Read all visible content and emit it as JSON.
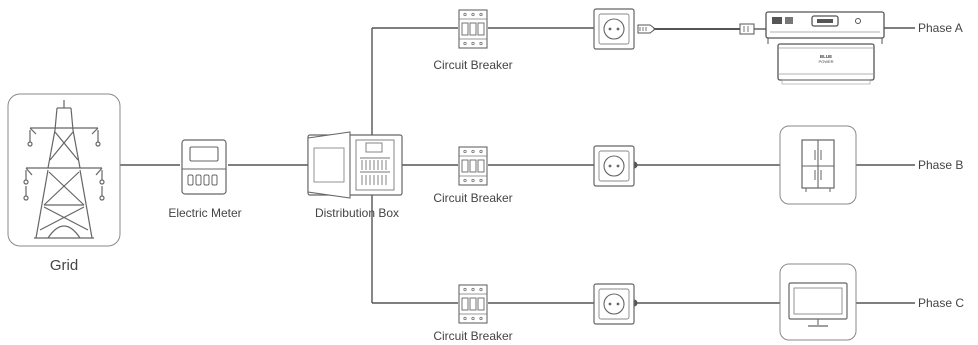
{
  "grid": {
    "label": "Grid",
    "icon": "power-tower-icon"
  },
  "meter": {
    "label": "Electric Meter",
    "icon": "electric-meter-icon"
  },
  "distribution_box": {
    "label": "Distribution Box",
    "icon": "distribution-box-icon"
  },
  "branches": [
    {
      "breaker_label": "Circuit Breaker",
      "outlet_icon": "wall-outlet-icon",
      "device_icon": "portable-power-station-icon",
      "device_text": {
        "line1": "BLUE",
        "line2": "POWER"
      },
      "phase_label": "Phase A"
    },
    {
      "breaker_label": "Circuit Breaker",
      "outlet_icon": "wall-outlet-icon",
      "device_icon": "refrigerator-icon",
      "phase_label": "Phase B"
    },
    {
      "breaker_label": "Circuit Breaker",
      "outlet_icon": "wall-outlet-icon",
      "device_icon": "television-icon",
      "phase_label": "Phase C"
    }
  ],
  "colors": {
    "wire": "#555555",
    "icon_stroke": "#666666",
    "panel_border": "#8a8a8a",
    "text": "#444444"
  }
}
